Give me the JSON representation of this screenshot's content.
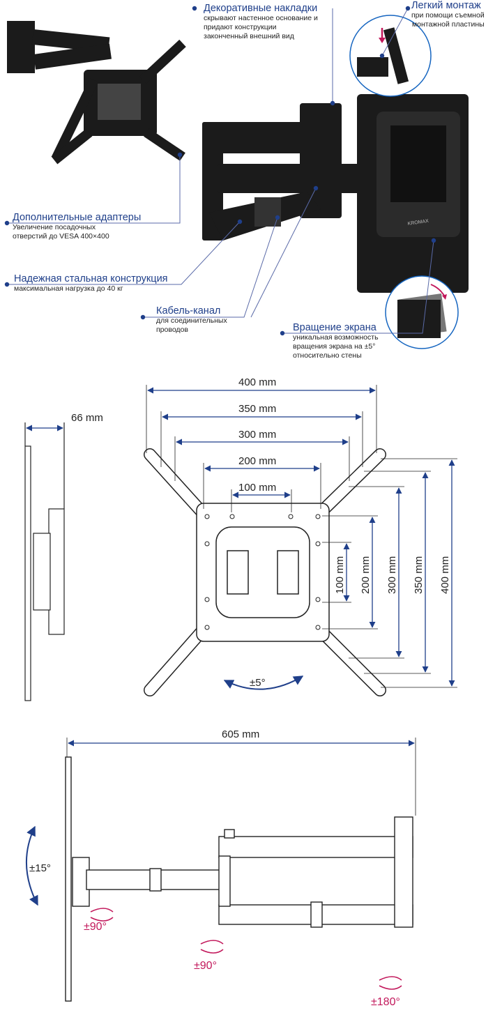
{
  "callouts": {
    "decor": {
      "title": "Декоративные накладки",
      "desc": "скрывают настенное основание и\nпридают конструкции\nзаконченный внешний вид"
    },
    "mount": {
      "title": "Легкий монтаж",
      "desc": "при помощи съемной\nмонтажной пластины"
    },
    "adapters": {
      "title": "Дополнительные адаптеры",
      "desc": "Увеличение посадочных\nотверстий до VESA 400×400"
    },
    "steel": {
      "title": "Надежная стальная конструкция",
      "desc": "максимальная нагрузка до 40 кг"
    },
    "cable": {
      "title": "Кабель-канал",
      "desc": "для соединительных\nпроводов"
    },
    "rotation": {
      "title": "Вращение экрана",
      "desc": "уникальная возможность\nвращения экрана на ±5°\nотносительно стены"
    }
  },
  "brand_mark": "KROMAX",
  "dimensions": {
    "depth": "66 mm",
    "h400": "400 mm",
    "h350": "350 mm",
    "h300": "300 mm",
    "h200": "200 mm",
    "h100": "100 mm",
    "v100": "100 mm",
    "v200": "200 mm",
    "v300": "300 mm",
    "v350": "350 mm",
    "v400": "400 mm",
    "rot5": "±5°",
    "extension": "605 mm",
    "tilt": "±15°",
    "swivel1": "±90°",
    "swivel2": "±90°",
    "swivel3": "±180°"
  },
  "colors": {
    "title": "#1f3f8a",
    "accent": "#1565c0",
    "pink": "#c2185b",
    "line": "#222222"
  }
}
